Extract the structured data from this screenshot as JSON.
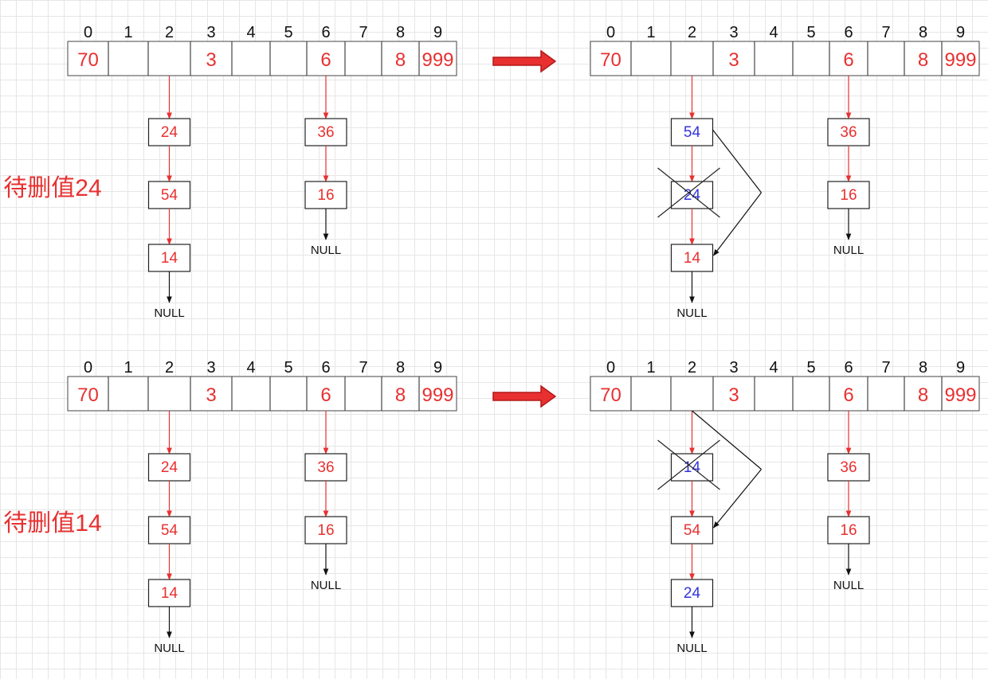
{
  "colors": {
    "red": "#e83030",
    "blue": "#3333dd",
    "black": "#111111"
  },
  "null_label": "NULL",
  "panels": [
    {
      "caption": "待删值24",
      "before": {
        "indices": [
          "0",
          "1",
          "2",
          "3",
          "4",
          "5",
          "6",
          "7",
          "8",
          "9"
        ],
        "cells": [
          "70",
          "",
          "",
          "3",
          "",
          "",
          "6",
          "",
          "8",
          "999"
        ],
        "chains": [
          {
            "slot": 2,
            "nodes": [
              {
                "value": "24",
                "color": "red"
              },
              {
                "value": "54",
                "color": "red"
              },
              {
                "value": "14",
                "color": "red"
              }
            ]
          },
          {
            "slot": 6,
            "nodes": [
              {
                "value": "36",
                "color": "red"
              },
              {
                "value": "16",
                "color": "red"
              }
            ]
          }
        ]
      },
      "after": {
        "indices": [
          "0",
          "1",
          "2",
          "3",
          "4",
          "5",
          "6",
          "7",
          "8",
          "9"
        ],
        "cells": [
          "70",
          "",
          "",
          "3",
          "",
          "",
          "6",
          "",
          "8",
          "999"
        ],
        "chains": [
          {
            "slot": 2,
            "nodes": [
              {
                "value": "54",
                "color": "blue"
              },
              {
                "value": "24",
                "color": "blue",
                "deleted": true
              },
              {
                "value": "14",
                "color": "red"
              }
            ],
            "bypass": {
              "from": 0,
              "to": 2
            }
          },
          {
            "slot": 6,
            "nodes": [
              {
                "value": "36",
                "color": "red"
              },
              {
                "value": "16",
                "color": "red"
              }
            ]
          }
        ]
      }
    },
    {
      "caption": "待删值14",
      "before": {
        "indices": [
          "0",
          "1",
          "2",
          "3",
          "4",
          "5",
          "6",
          "7",
          "8",
          "9"
        ],
        "cells": [
          "70",
          "",
          "",
          "3",
          "",
          "",
          "6",
          "",
          "8",
          "999"
        ],
        "chains": [
          {
            "slot": 2,
            "nodes": [
              {
                "value": "24",
                "color": "red"
              },
              {
                "value": "54",
                "color": "red"
              },
              {
                "value": "14",
                "color": "red"
              }
            ]
          },
          {
            "slot": 6,
            "nodes": [
              {
                "value": "36",
                "color": "red"
              },
              {
                "value": "16",
                "color": "red"
              }
            ]
          }
        ]
      },
      "after": {
        "indices": [
          "0",
          "1",
          "2",
          "3",
          "4",
          "5",
          "6",
          "7",
          "8",
          "9"
        ],
        "cells": [
          "70",
          "",
          "",
          "3",
          "",
          "",
          "6",
          "",
          "8",
          "999"
        ],
        "chains": [
          {
            "slot": 2,
            "nodes": [
              {
                "value": "14",
                "color": "blue",
                "deleted": true
              },
              {
                "value": "54",
                "color": "red"
              },
              {
                "value": "24",
                "color": "blue"
              }
            ],
            "bypass": {
              "from": -1,
              "to": 1
            }
          },
          {
            "slot": 6,
            "nodes": [
              {
                "value": "36",
                "color": "red"
              },
              {
                "value": "16",
                "color": "red"
              }
            ]
          }
        ]
      }
    }
  ]
}
